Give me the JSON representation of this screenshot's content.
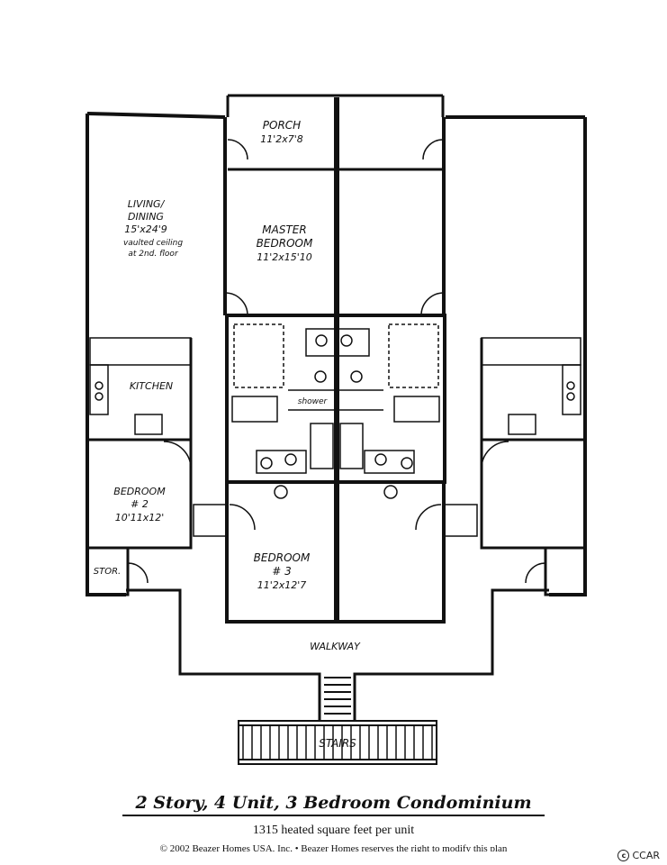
{
  "rooms": {
    "porch": {
      "name": "PORCH",
      "size": "11'2x7'8"
    },
    "living": {
      "name_line1": "LIVING/",
      "name_line2": "DINING",
      "size": "15'x24'9",
      "note_line1": "vaulted ceiling",
      "note_line2": "at 2nd. floor"
    },
    "master": {
      "name_line1": "MASTER",
      "name_line2": "BEDROOM",
      "size": "11'2x15'10"
    },
    "kitchen": {
      "name": "KITCHEN"
    },
    "shower": {
      "name": "shower"
    },
    "bedroom2": {
      "name_line1": "BEDROOM",
      "name_line2": "# 2",
      "size": "10'11x12'"
    },
    "bedroom3": {
      "name_line1": "BEDROOM",
      "name_line2": "# 3",
      "size": "11'2x12'7"
    },
    "storage": {
      "name": "STOR."
    },
    "walkway": {
      "name": "WALKWAY"
    },
    "stairs": {
      "name": "STAIRS"
    }
  },
  "caption": {
    "title": "2 Story, 4 Unit, 3 Bedroom Condominium",
    "sqft": "1315 heated square feet per unit",
    "copyright": "© 2002 Beazer Homes USA, Inc. • Beazer Homes reserves the right to modify this plan"
  },
  "watermark": {
    "text": "CCAR",
    "icon": "copyright-icon"
  }
}
